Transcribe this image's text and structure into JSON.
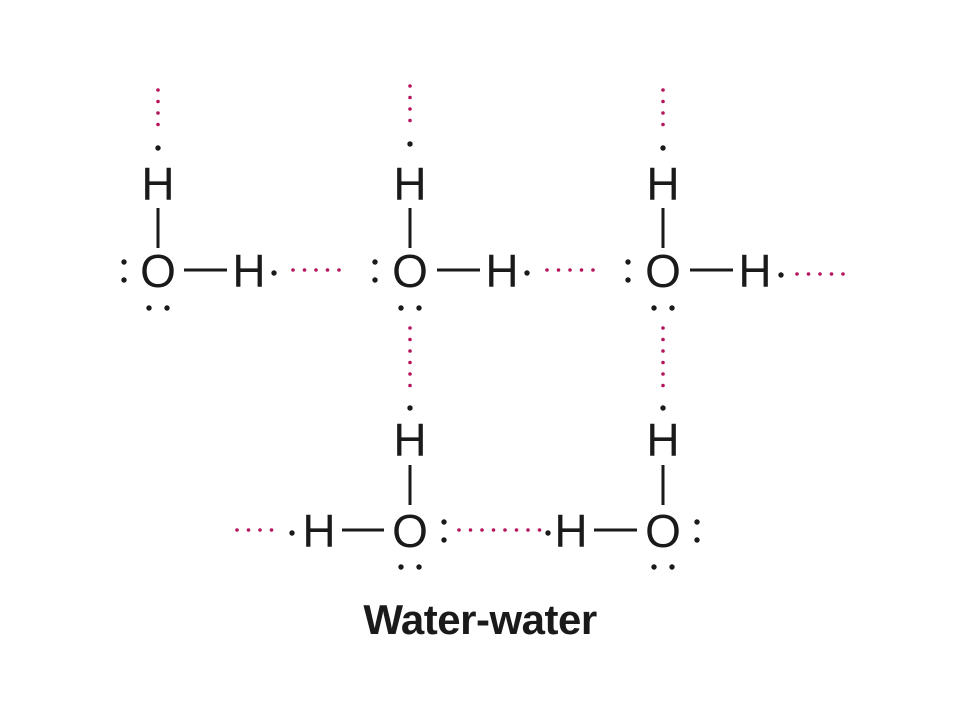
{
  "diagram": {
    "caption": "Water-water",
    "atoms": [
      {
        "id": "h_top_1",
        "symbol": "H"
      },
      {
        "id": "o_1",
        "symbol": "O"
      },
      {
        "id": "h_right_1",
        "symbol": "H"
      },
      {
        "id": "h_top_2",
        "symbol": "H"
      },
      {
        "id": "o_2",
        "symbol": "O"
      },
      {
        "id": "h_right_2",
        "symbol": "H"
      },
      {
        "id": "h_top_3",
        "symbol": "H"
      },
      {
        "id": "o_3",
        "symbol": "O"
      },
      {
        "id": "h_right_3",
        "symbol": "H"
      },
      {
        "id": "h_top_4",
        "symbol": "H"
      },
      {
        "id": "o_4",
        "symbol": "O"
      },
      {
        "id": "h_left_4",
        "symbol": "H"
      },
      {
        "id": "h_top_5",
        "symbol": "H"
      },
      {
        "id": "o_5",
        "symbol": "O"
      },
      {
        "id": "h_left_5",
        "symbol": "H"
      }
    ],
    "colors": {
      "atom": "#1a1a1a",
      "covalent_bond": "#1a1a1a",
      "lone_pair": "#1a1a1a",
      "hydrogen_bond": "#b5145e"
    }
  }
}
